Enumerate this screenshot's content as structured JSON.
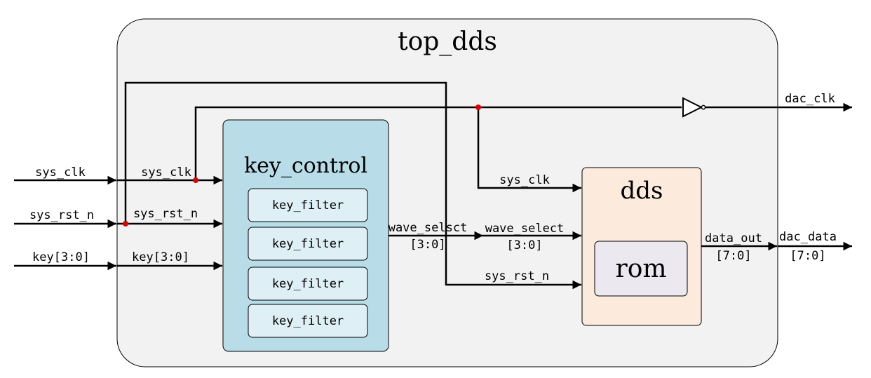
{
  "top": {
    "title": "top_dds"
  },
  "key_control": {
    "title": "key_control",
    "filters": [
      "key_filter",
      "key_filter",
      "key_filter",
      "key_filter"
    ]
  },
  "dds": {
    "title": "dds",
    "rom": "rom"
  },
  "ports": {
    "in_clk": "sys_clk",
    "in_rst": "sys_rst_n",
    "in_key": "key[3:0]",
    "out_dac_clk": "dac_clk",
    "out_dac_data": "dac_data",
    "out_dac_data_width": "[7:0]"
  },
  "signals": {
    "kc_clk": "sys_clk",
    "kc_rst": "sys_rst_n",
    "kc_key": "key[3:0]",
    "kc_out": "wave_selsct",
    "kc_out_width": "[3:0]",
    "dds_clk": "sys_clk",
    "dds_wave": "wave_select",
    "dds_wave_width": "[3:0]",
    "dds_rst": "sys_rst_n",
    "dds_out": "data_out",
    "dds_out_width": "[7:0]"
  },
  "colors": {
    "top_fill": "#f2f2f2",
    "key_control_fill": "#b8dde8",
    "key_filter_fill": "#def0f6",
    "dds_fill": "#fcebdc",
    "rom_fill": "#ebe8f0",
    "junction": "#e00000"
  }
}
